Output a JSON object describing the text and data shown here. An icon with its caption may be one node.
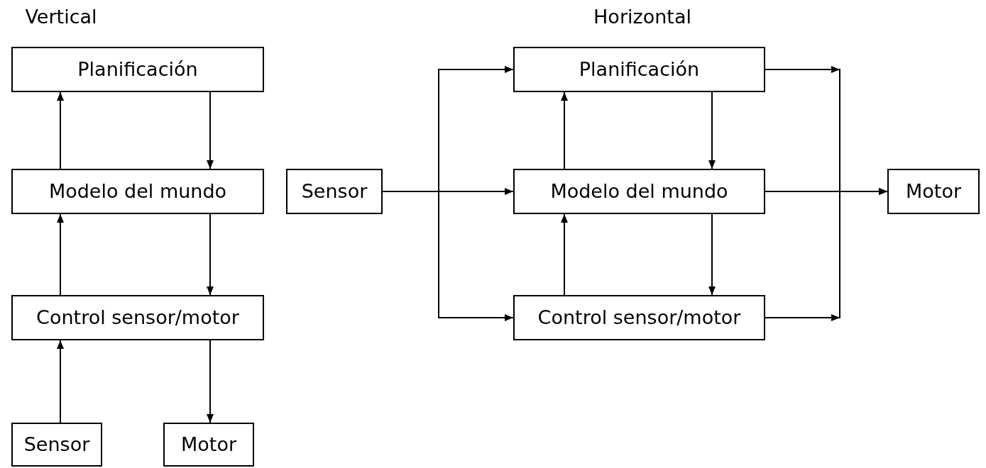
{
  "diagram": {
    "nodes": [
      {
        "text": [
          "Planificación"
        ]
      },
      {
        "text": [
          "Modelo del mundo"
        ]
      },
      {
        "text": [
          "Control sensor/motor"
        ]
      },
      {
        "text": [
          "Sensor"
        ]
      },
      {
        "text": [
          "Motor"
        ]
      },
      {
        "text": [
          "Sensor"
        ]
      },
      {
        "text": [
          "Planificación"
        ]
      },
      {
        "text": [
          "Modelo del mundo"
        ]
      },
      {
        "text": [
          "Control sensor/motor"
        ]
      },
      {
        "text": [
          "Motor"
        ]
      }
    ],
    "edges": [
      {
        "from": 1,
        "to": 0,
        "arrow": "to"
      },
      {
        "from": 0,
        "to": 1,
        "arrow": "to"
      },
      {
        "from": 2,
        "to": 1,
        "arrow": "to"
      },
      {
        "from": 1,
        "to": 2,
        "arrow": "to"
      },
      {
        "from": 3,
        "to": 2,
        "arrow": "to"
      },
      {
        "from": 2,
        "to": 4,
        "arrow": "to"
      },
      {
        "from": 5,
        "to": 6,
        "arrow": "to"
      },
      {
        "from": 5,
        "to": 7,
        "arrow": "to"
      },
      {
        "from": 5,
        "to": 8,
        "arrow": "to"
      },
      {
        "from": 6,
        "to": 9,
        "arrow": "to"
      },
      {
        "from": 7,
        "to": 9,
        "arrow": "to"
      },
      {
        "from": 8,
        "to": 9,
        "arrow": "to"
      },
      {
        "from": 7,
        "to": 6,
        "arrow": "to"
      },
      {
        "from": 6,
        "to": 7,
        "arrow": "to"
      },
      {
        "from": 8,
        "to": 7,
        "arrow": "to"
      },
      {
        "from": 7,
        "to": 8,
        "arrow": "to"
      }
    ],
    "labels": [
      "Vertical",
      "Horizontal"
    ]
  }
}
